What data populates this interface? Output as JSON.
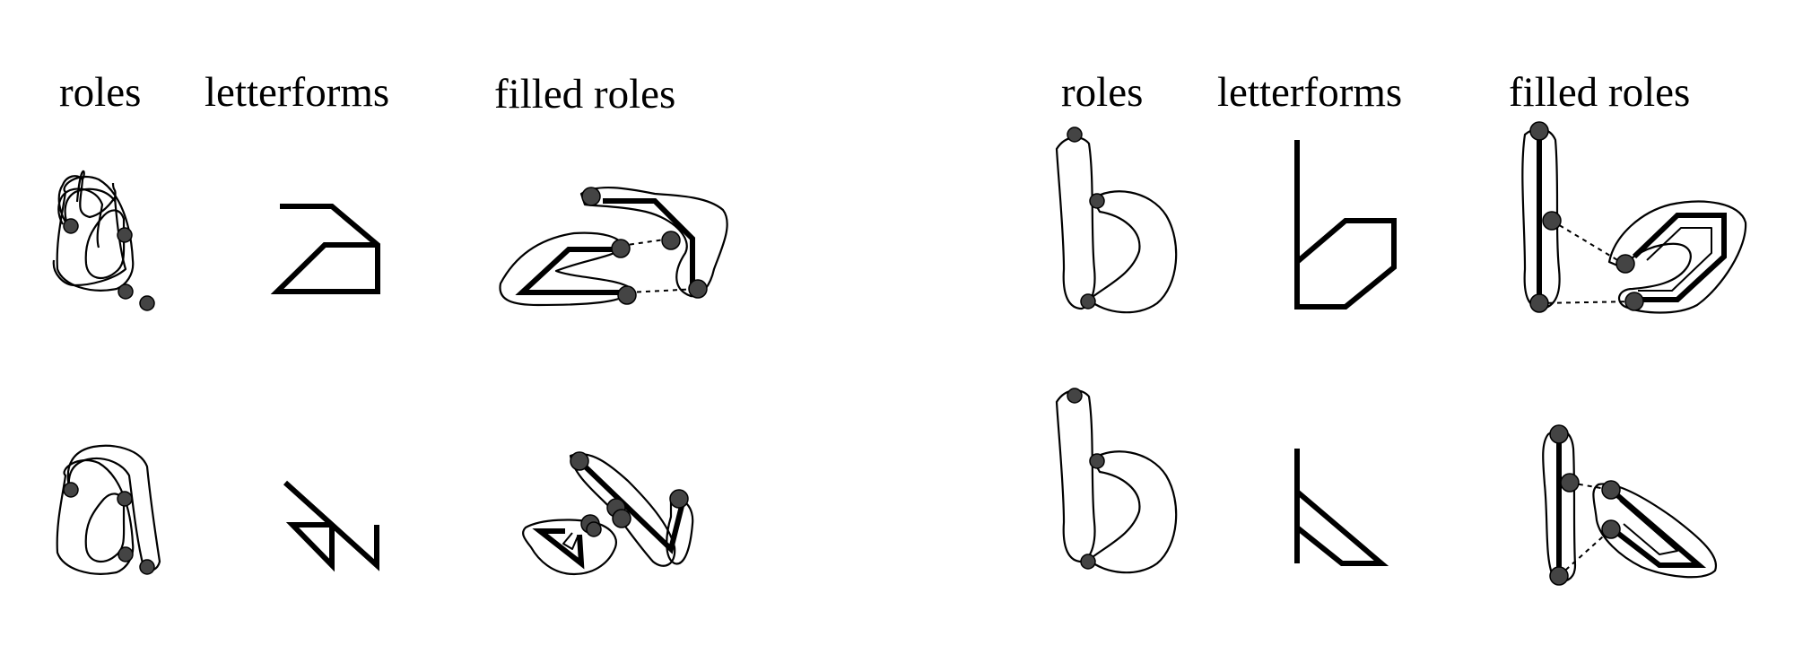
{
  "panels": [
    {
      "id": "left",
      "headers": {
        "roles": "roles",
        "letterforms": "letterforms",
        "filled_roles": "filled roles"
      }
    },
    {
      "id": "right",
      "headers": {
        "roles": "roles",
        "letterforms": "letterforms",
        "filled_roles": "filled roles"
      }
    }
  ]
}
